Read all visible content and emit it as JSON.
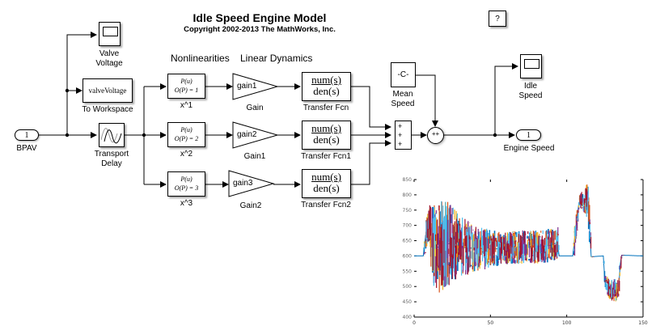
{
  "header": {
    "title": "Idle Speed Engine Model",
    "copyright": "Copyright 2002-2013 The MathWorks, Inc.",
    "help_button": "?"
  },
  "sections": {
    "nonlinearities": "Nonlinearities",
    "linear_dynamics": "Linear Dynamics"
  },
  "blocks": {
    "inport": {
      "value": "1",
      "label": "BPAV"
    },
    "valve_scope": {
      "label_line1": "Valve",
      "label_line2": "Voltage"
    },
    "to_workspace": {
      "variable": "valveVoltage",
      "label": "To Workspace"
    },
    "transport_delay": {
      "label_line1": "Transport",
      "label_line2": "Delay"
    },
    "polys": [
      {
        "top": "P(u)",
        "bottom": "O(P) = 1",
        "label": "x^1"
      },
      {
        "top": "P(u)",
        "bottom": "O(P) = 2",
        "label": "x^2"
      },
      {
        "top": "P(u)",
        "bottom": "O(P) = 3",
        "label": "x^3"
      }
    ],
    "gains": [
      {
        "value": "gain1",
        "label": "Gain"
      },
      {
        "value": "gain2",
        "label": "Gain1"
      },
      {
        "value": "gain3",
        "label": "Gain2"
      }
    ],
    "transfer_fcns": [
      {
        "num": "num(s)",
        "den": "den(s)",
        "label": "Transfer Fcn"
      },
      {
        "num": "num(s)",
        "den": "den(s)",
        "label": "Transfer Fcn1"
      },
      {
        "num": "num(s)",
        "den": "den(s)",
        "label": "Transfer Fcn2"
      }
    ],
    "sum3": {
      "signs": [
        "+",
        "+",
        "+"
      ]
    },
    "mean_speed": {
      "value": "-C-",
      "label_line1": "Mean",
      "label_line2": "Speed"
    },
    "sum2": {
      "signs": "++"
    },
    "idle_scope": {
      "label_line1": "Idle",
      "label_line2": "Speed"
    },
    "outport": {
      "value": "1",
      "label": "Engine Speed"
    }
  },
  "chart_data": {
    "type": "line",
    "title": "",
    "xlabel": "",
    "ylabel": "",
    "xlim": [
      0,
      150
    ],
    "ylim": [
      400,
      850
    ],
    "xticks": [
      0,
      50,
      100,
      150
    ],
    "yticks": [
      400,
      450,
      500,
      550,
      600,
      650,
      700,
      750,
      800,
      850
    ],
    "grid": false,
    "legend": "none",
    "colors": [
      "#0072bd",
      "#d95319",
      "#edb120",
      "#7e2f8e",
      "#4dbeee",
      "#a2142f"
    ],
    "envelope": {
      "description": "Overlaid multi-run engine speed responses (approximate envelope)",
      "x": [
        0,
        6,
        7,
        9,
        11,
        13,
        20,
        25,
        30,
        40,
        50,
        60,
        70,
        80,
        90,
        94,
        95,
        104,
        105,
        108,
        112,
        114,
        115,
        116,
        124,
        125,
        128,
        132,
        134,
        135,
        136,
        150
      ],
      "upper": [
        600,
        600,
        690,
        780,
        760,
        775,
        785,
        770,
        730,
        700,
        685,
        680,
        685,
        685,
        690,
        700,
        600,
        600,
        700,
        800,
        830,
        840,
        760,
        600,
        600,
        540,
        525,
        525,
        520,
        600,
        605,
        600
      ],
      "lower": [
        600,
        600,
        600,
        650,
        560,
        475,
        485,
        520,
        525,
        550,
        560,
        570,
        575,
        575,
        580,
        590,
        600,
        600,
        600,
        750,
        740,
        700,
        640,
        595,
        600,
        490,
        455,
        450,
        460,
        540,
        600,
        600
      ]
    }
  }
}
